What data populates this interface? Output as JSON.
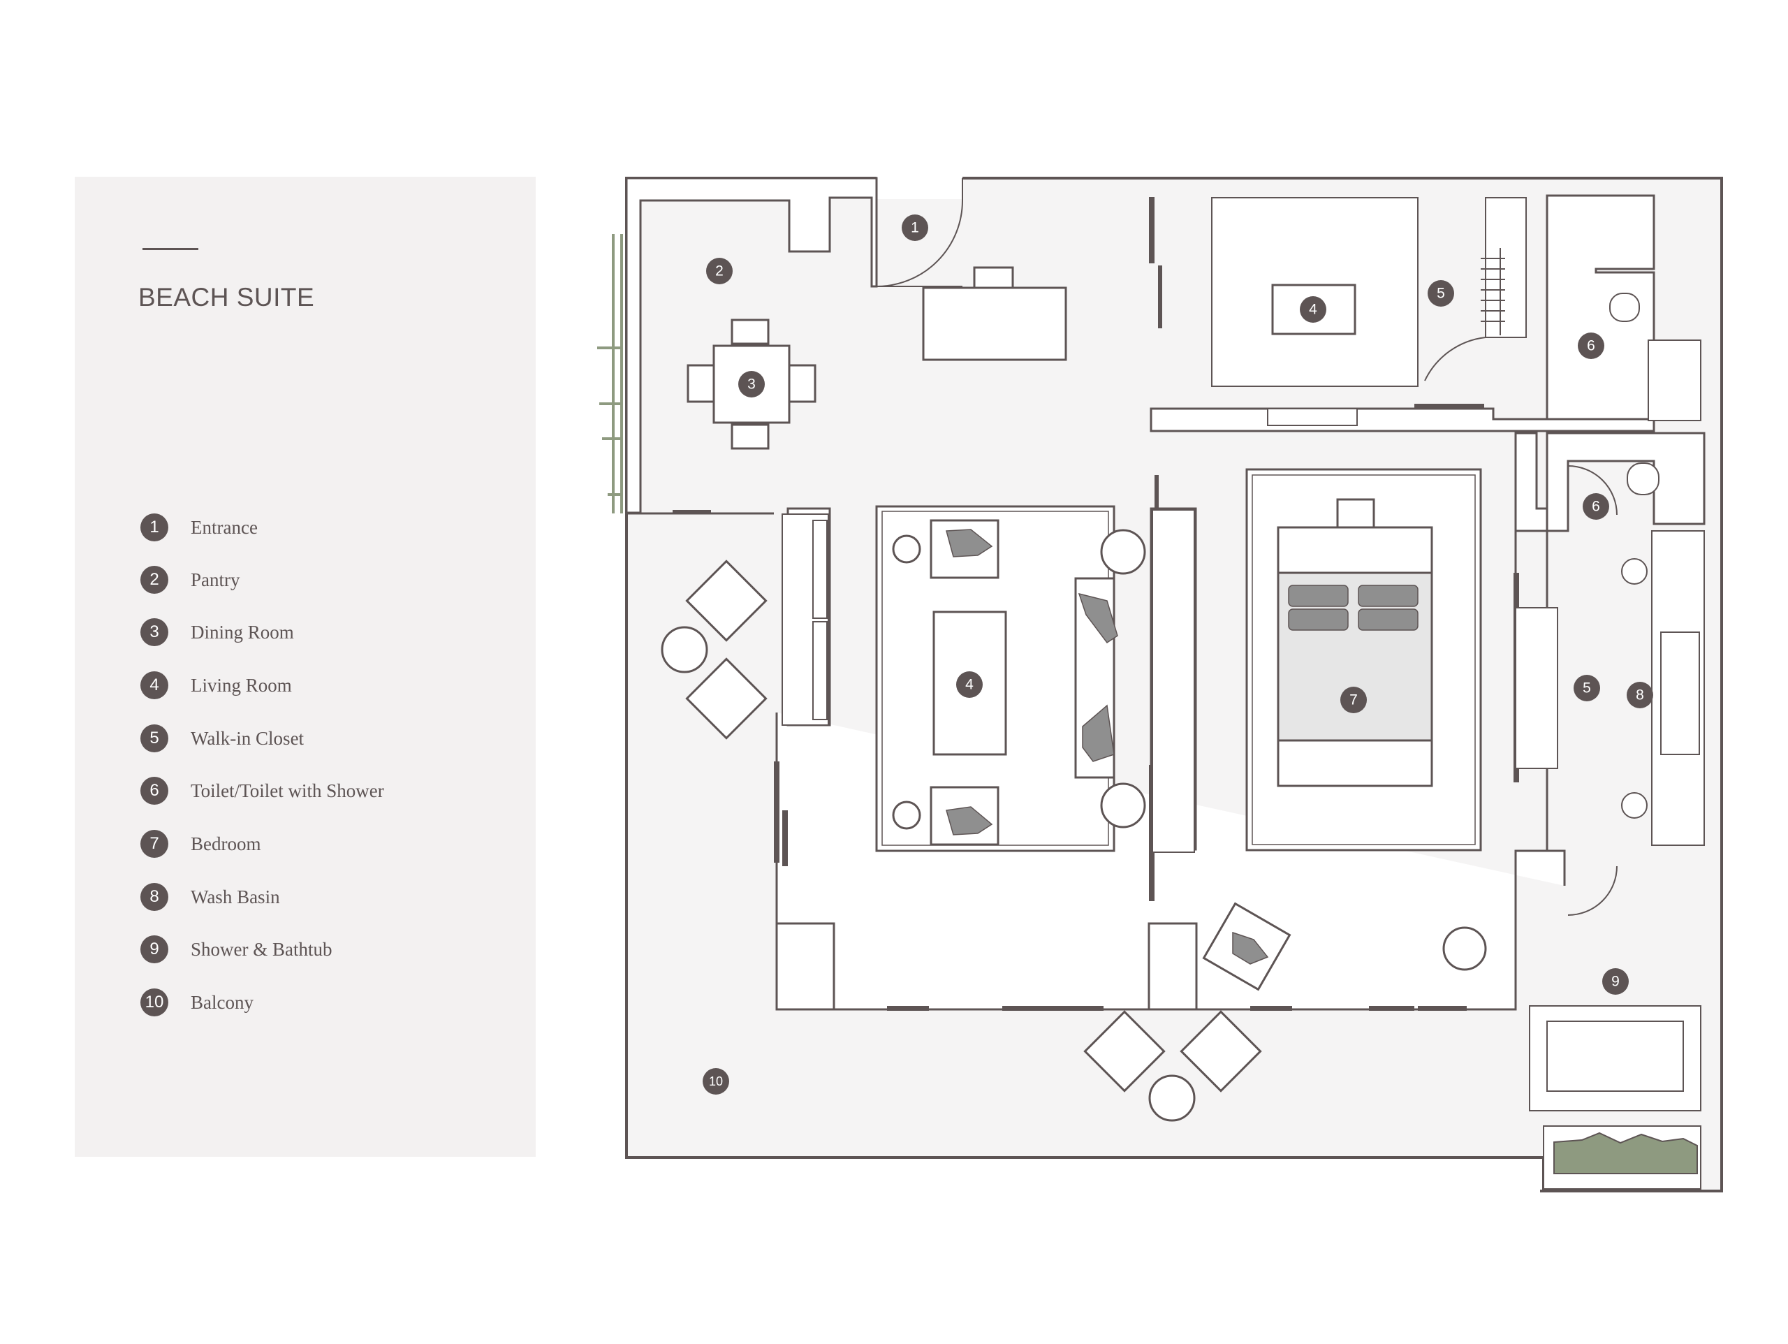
{
  "legend": {
    "title": "BEACH SUITE",
    "items": [
      {
        "num": "1",
        "label": "Entrance"
      },
      {
        "num": "2",
        "label": "Pantry"
      },
      {
        "num": "3",
        "label": "Dining Room"
      },
      {
        "num": "4",
        "label": "Living Room"
      },
      {
        "num": "5",
        "label": "Walk-in Closet"
      },
      {
        "num": "6",
        "label": "Toilet/Toilet with Shower"
      },
      {
        "num": "7",
        "label": "Bedroom"
      },
      {
        "num": "8",
        "label": "Wash Basin"
      },
      {
        "num": "9",
        "label": "Shower & Bathtub"
      },
      {
        "num": "10",
        "label": "Balcony"
      }
    ]
  },
  "plan_markers": [
    "1",
    "2",
    "3",
    "4",
    "4",
    "5",
    "5",
    "6",
    "6",
    "7",
    "8",
    "9",
    "10"
  ],
  "colors": {
    "wall": "#5d5454",
    "panel": "#f3f1f1",
    "floor": "#f5f4f4",
    "furniture_fill": "#ffffff",
    "pillow": "#8f8f8f",
    "marker": "#5d5454",
    "planter": "#8e9a80"
  }
}
